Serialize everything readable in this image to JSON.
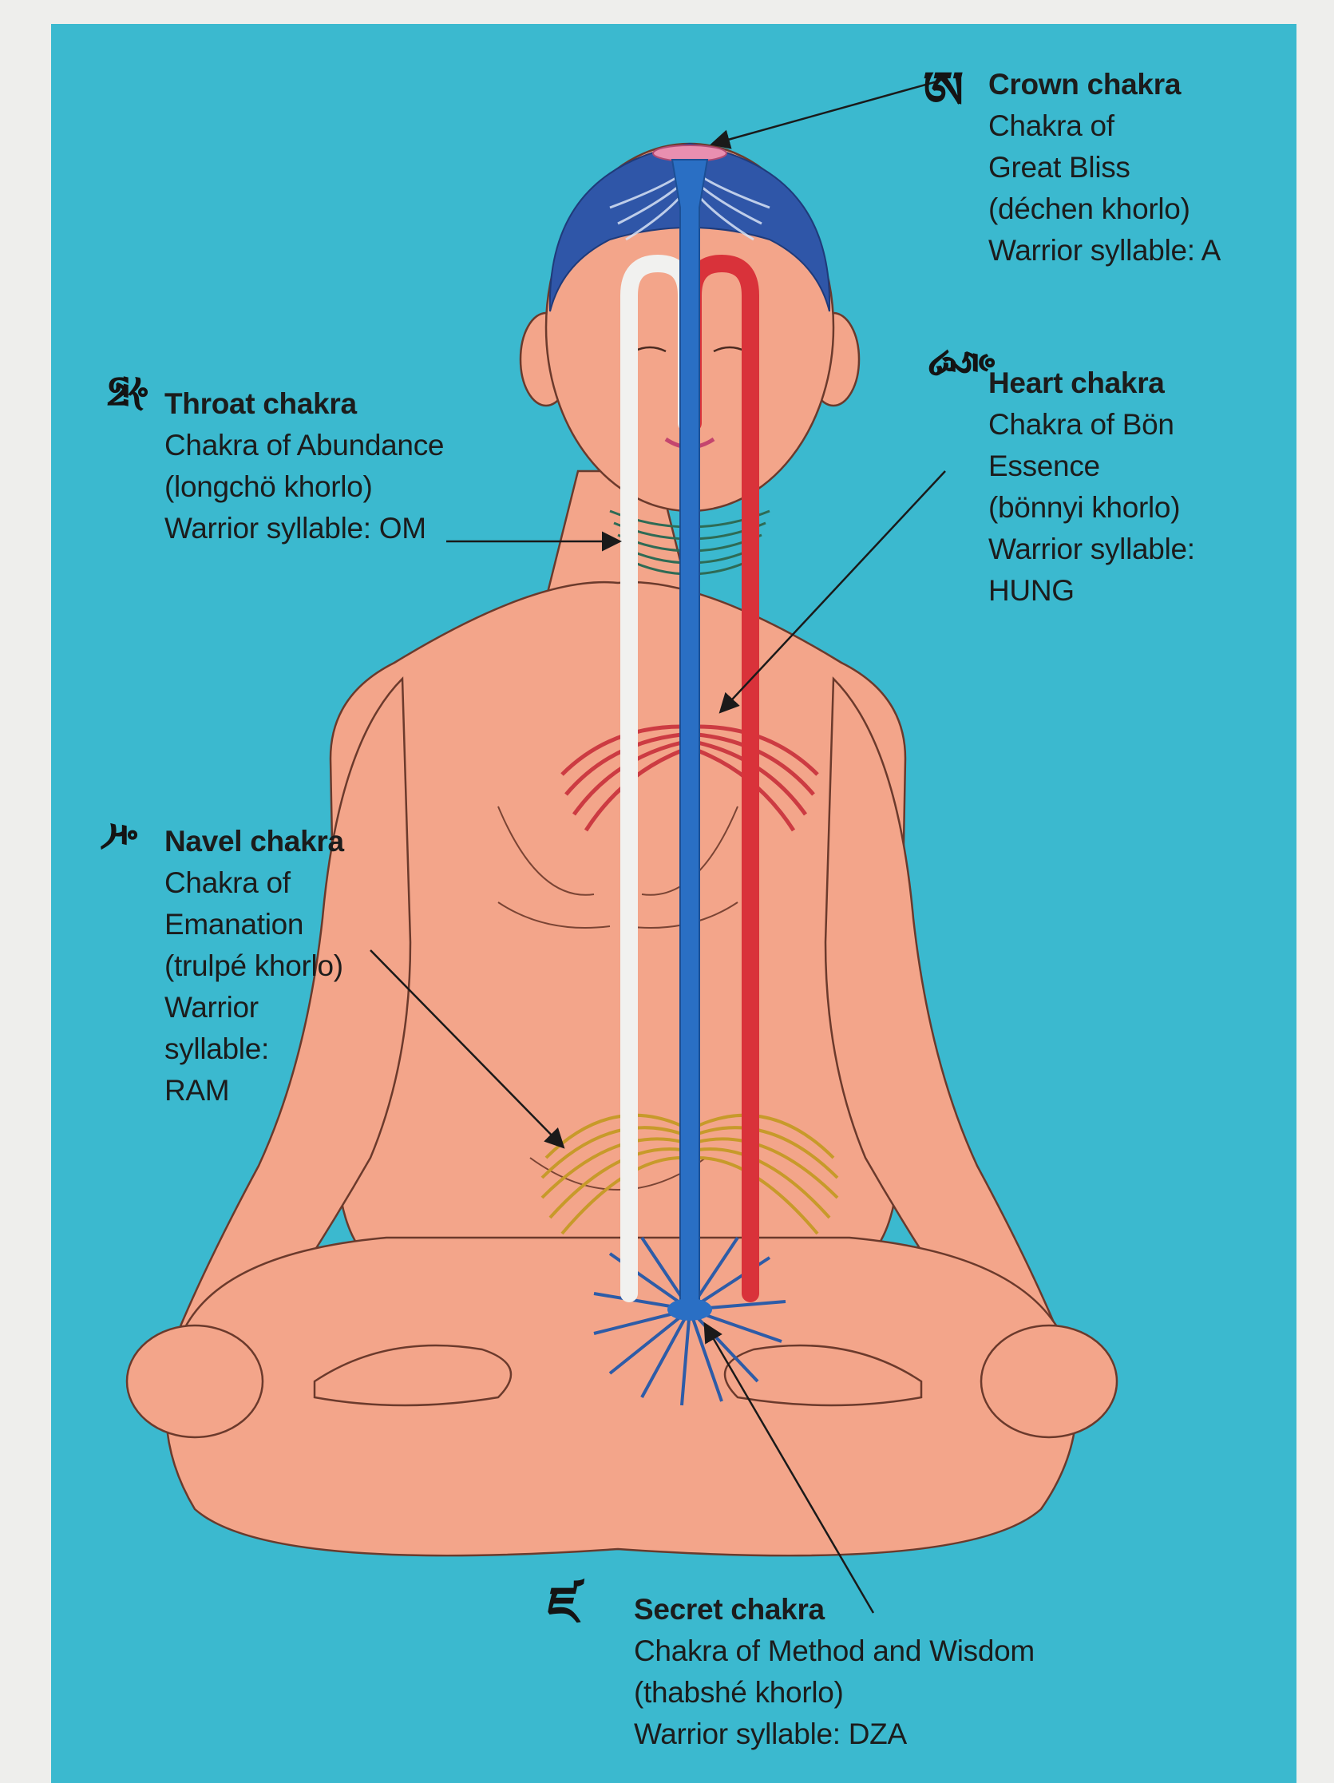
{
  "colors": {
    "background": "#3bb9cf",
    "skin": "#f3a58a",
    "hair": "#2f56a8",
    "central_channel": "#2a6fc4",
    "white_channel": "#f1f1ef",
    "red_channel": "#d9323a",
    "throat_wheel": "#2e6b55",
    "heart_wheel": "#cc3b42",
    "navel_wheel": "#c79a2a",
    "secret_wheel": "#2d5ca8"
  },
  "chakras": {
    "crown": {
      "title": "Crown chakra",
      "lines": [
        "Chakra of",
        "Great Bliss",
        "(déchen khorlo)",
        "Warrior syllable: A"
      ],
      "syllable_icon": "tibetan-a-syllable-icon"
    },
    "throat": {
      "title": "Throat chakra",
      "lines": [
        "Chakra of Abundance",
        "(longchö khorlo)",
        "Warrior syllable: OM"
      ],
      "syllable_icon": "tibetan-om-syllable-icon"
    },
    "heart": {
      "title": "Heart chakra",
      "lines": [
        "Chakra of Bön",
        "Essence",
        "(bönnyi khorlo)",
        "Warrior syllable:",
        "HUNG"
      ],
      "syllable_icon": "tibetan-hung-syllable-icon"
    },
    "navel": {
      "title": "Navel chakra",
      "lines": [
        "Chakra of",
        "Emanation",
        "(trulpé khorlo)",
        "Warrior",
        "syllable:",
        "RAM"
      ],
      "syllable_icon": "tibetan-ram-syllable-icon"
    },
    "secret": {
      "title": "Secret chakra",
      "lines": [
        "Chakra of Method and Wisdom",
        "(thabshé khorlo)",
        "Warrior syllable: DZA"
      ],
      "syllable_icon": "tibetan-dza-syllable-icon"
    }
  }
}
